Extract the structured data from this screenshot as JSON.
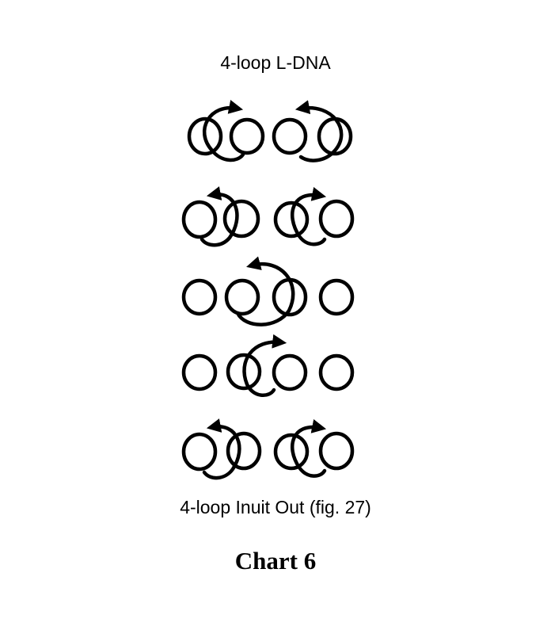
{
  "title": "4-loop L-DNA",
  "caption": "4-loop Inuit Out (fig. 27)",
  "chart_label": "Chart 6",
  "figure": {
    "rows": [
      {
        "name": "row-1",
        "loops": 4,
        "arrow": "left-pointing over right pair, right-pointing over left pair"
      },
      {
        "name": "row-2",
        "loops": 4,
        "arrow": "left-pointing over left pair, right-pointing over right pair"
      },
      {
        "name": "row-3",
        "loops": 4,
        "arrow": "single arc linking middle loops"
      },
      {
        "name": "row-4",
        "loops": 4,
        "arrow": "single arc linking middle loops"
      },
      {
        "name": "row-5",
        "loops": 4,
        "arrow": "left-pointing over left pair, right-pointing over right pair"
      }
    ],
    "ink_color": "#000000"
  }
}
